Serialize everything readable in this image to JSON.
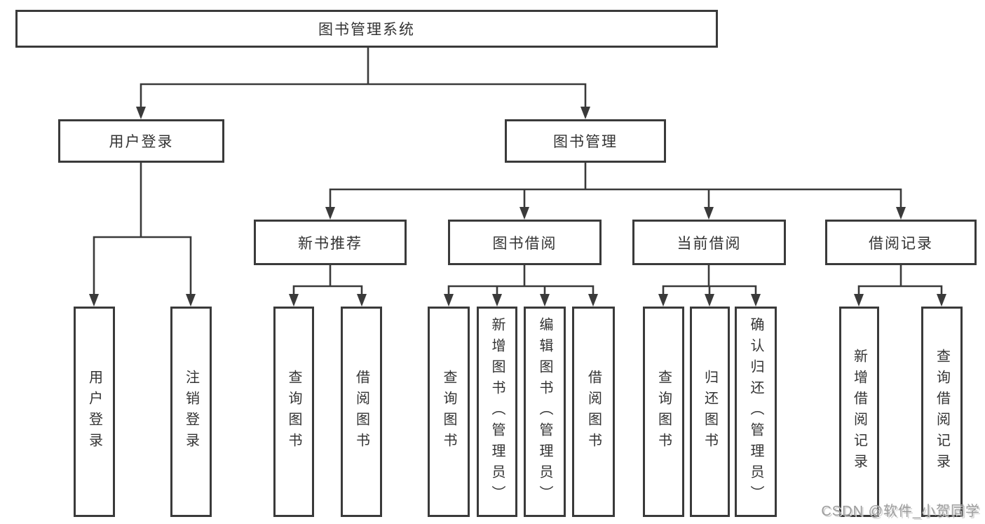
{
  "tree": {
    "root": {
      "label": "图书管理系统"
    },
    "branches": [
      {
        "label": "用户登录",
        "leaves": [
          {
            "label": "用户登录"
          },
          {
            "label": "注销登录"
          }
        ]
      },
      {
        "label": "图书管理",
        "groups": [
          {
            "label": "新书推荐",
            "leaves": [
              {
                "label": "查询图书"
              },
              {
                "label": "借阅图书"
              }
            ]
          },
          {
            "label": "图书借阅",
            "leaves": [
              {
                "label": "查询图书"
              },
              {
                "label": "新增图书（管理员）"
              },
              {
                "label": "编辑图书（管理员）"
              },
              {
                "label": "借阅图书"
              }
            ]
          },
          {
            "label": "当前借阅",
            "leaves": [
              {
                "label": "查询图书"
              },
              {
                "label": "归还图书"
              },
              {
                "label": "确认归还（管理员）"
              }
            ]
          },
          {
            "label": "借阅记录",
            "leaves": [
              {
                "label": "新增借阅记录"
              },
              {
                "label": "查询借阅记录"
              }
            ]
          }
        ]
      }
    ]
  },
  "watermark": {
    "text": "CSDN @软件_小贺同学"
  },
  "colors": {
    "line": "#3a3a3a",
    "box_border": "#3a3a3a",
    "text": "#333333",
    "watermark": "#9d9d9d",
    "background": "#ffffff"
  }
}
